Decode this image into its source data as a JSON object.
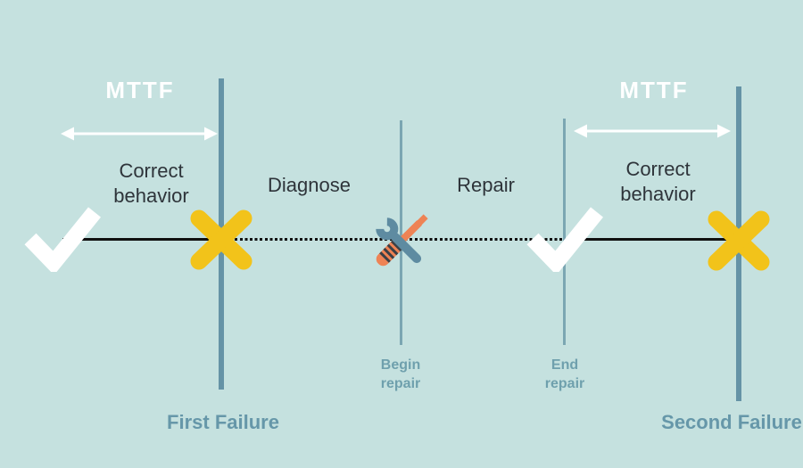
{
  "title": "MTTF timeline diagram",
  "mttf": {
    "left": "MTTF",
    "right": "MTTF"
  },
  "phases": {
    "correct_left": [
      "Correct",
      "behavior"
    ],
    "diagnose": "Diagnose",
    "repair": "Repair",
    "correct_right": [
      "Correct",
      "behavior"
    ]
  },
  "events": {
    "begin_repair": [
      "Begin",
      "repair"
    ],
    "end_repair": [
      "End",
      "repair"
    ],
    "first_failure": "First Failure",
    "second_failure": "Second Failure"
  },
  "icons": {
    "check_left": "check-icon",
    "check_right": "check-icon",
    "x_first_failure": "x-mark-icon",
    "x_second_failure": "x-mark-icon",
    "tools": "wrench-and-screwdriver-icon",
    "arrow_left": "double-arrow-icon",
    "arrow_right": "double-arrow-icon"
  },
  "colors": {
    "background": "#c5e1df",
    "timeline_black": "#101010",
    "failure_line_teal": "#6593a6",
    "repair_line_teal": "#7ba6b2",
    "mttf_white": "#ffffff",
    "phase_text_dark": "#2e343a",
    "event_text_teal": "#6fa0ad",
    "failure_label_teal": "#6697a9",
    "check_white": "#ffffff",
    "x_mark_yellow": "#f2c31a",
    "wrench_teal": "#5e8ba1",
    "screwdriver_orange": "#ee8355",
    "screwdriver_stripe_dark": "#3b4046"
  }
}
